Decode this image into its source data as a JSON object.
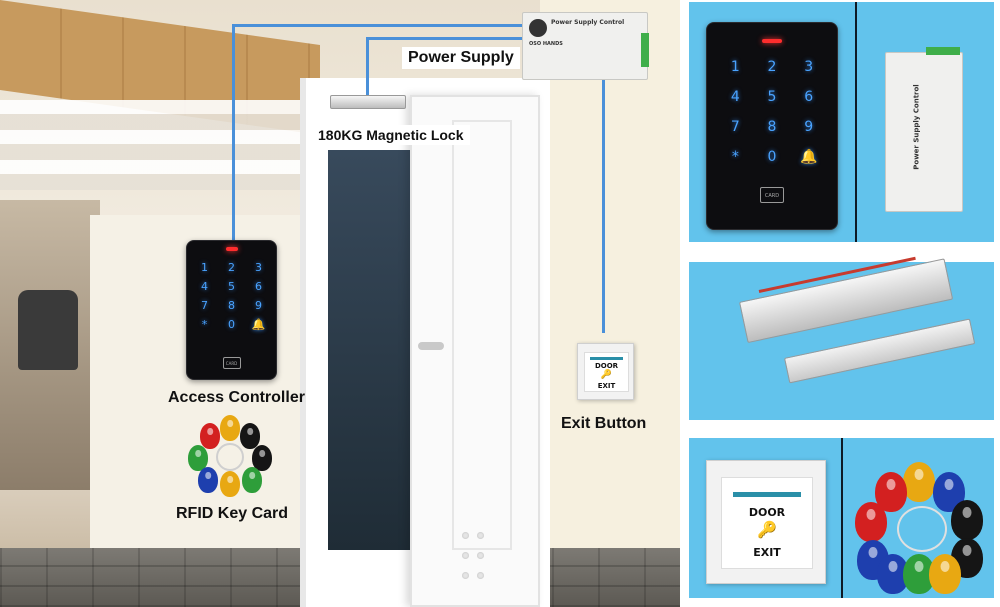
{
  "labels": {
    "power_supply": "Power Supply",
    "magnetic_lock": "180KG Magnetic Lock",
    "access_controller": "Access Controller",
    "rfid_key_card": "RFID Key Card",
    "exit_button": "Exit Button"
  },
  "keypad": {
    "keys": [
      "1",
      "2",
      "3",
      "4",
      "5",
      "6",
      "7",
      "8",
      "9",
      "*",
      "0",
      "🔔"
    ],
    "card_text": "CARD"
  },
  "power_supply_unit": {
    "brand": "Power Supply Control",
    "logo": "OSO HANDS"
  },
  "exit_device": {
    "line1": "DOOR",
    "line2": "EXIT"
  },
  "colors": {
    "wire": "#4a90d9",
    "panel_bg": "#62c3ec",
    "key_glow": "#4aa3ff",
    "led": "#ff2d2d",
    "exit_stripe": "#2a8fa8"
  },
  "fob_colors": [
    "#d32020",
    "#e8a812",
    "#151515",
    "#1e3fae",
    "#2e9e3a",
    "#d32020",
    "#151515",
    "#1e3fae",
    "#e8a812",
    "#2e9e3a"
  ]
}
